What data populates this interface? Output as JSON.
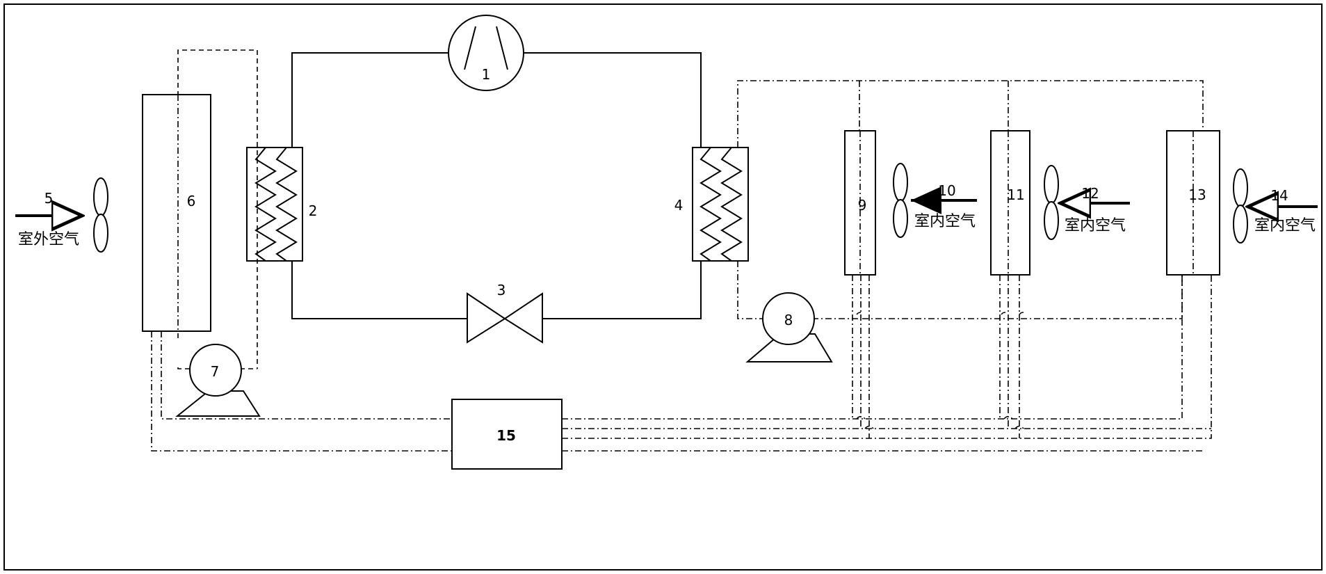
{
  "labels": {
    "compressor": "1",
    "condenser": "2",
    "expansion_valve": "3",
    "evaporator": "4",
    "outdoor_fan": "5",
    "outdoor_unit": "6",
    "pump_outdoor": "7",
    "pump_indoor": "8",
    "indoor_unit_a": "9",
    "arrow_a": "10",
    "indoor_unit_b": "11",
    "arrow_b": "12",
    "indoor_unit_c": "13",
    "arrow_c": "14",
    "tank": "15"
  },
  "air": {
    "outdoor": "室外空气",
    "indoor": "室内空气"
  }
}
